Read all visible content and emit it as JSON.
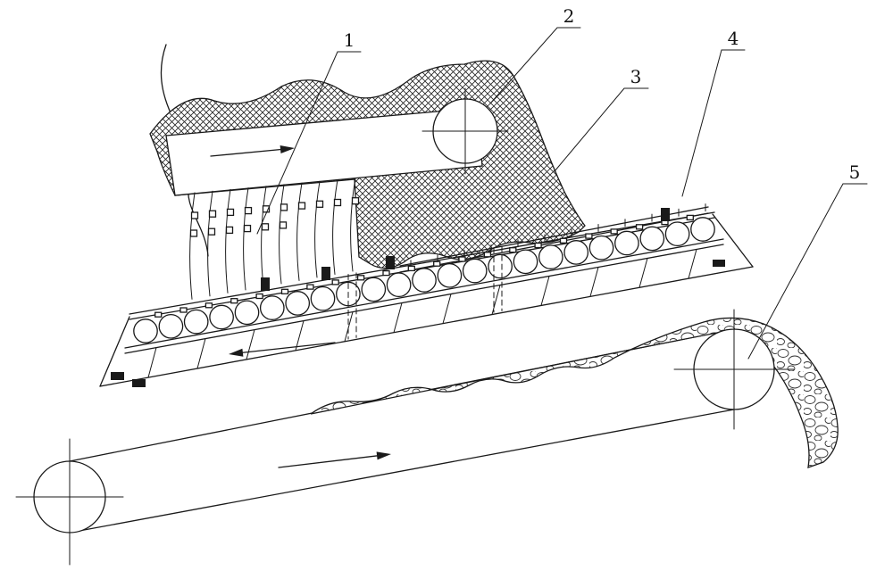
{
  "figure": {
    "background_color": "#ffffff",
    "line_color": "#1a1a1a",
    "callouts": [
      {
        "label": "1"
      },
      {
        "label": "2"
      },
      {
        "label": "3"
      },
      {
        "label": "4"
      },
      {
        "label": "5"
      }
    ],
    "flow_arrows": [
      {
        "name": "feeder-flow",
        "direction": "right"
      },
      {
        "name": "deck-return-flow",
        "direction": "left"
      },
      {
        "name": "belt-travel",
        "direction": "right"
      }
    ]
  }
}
